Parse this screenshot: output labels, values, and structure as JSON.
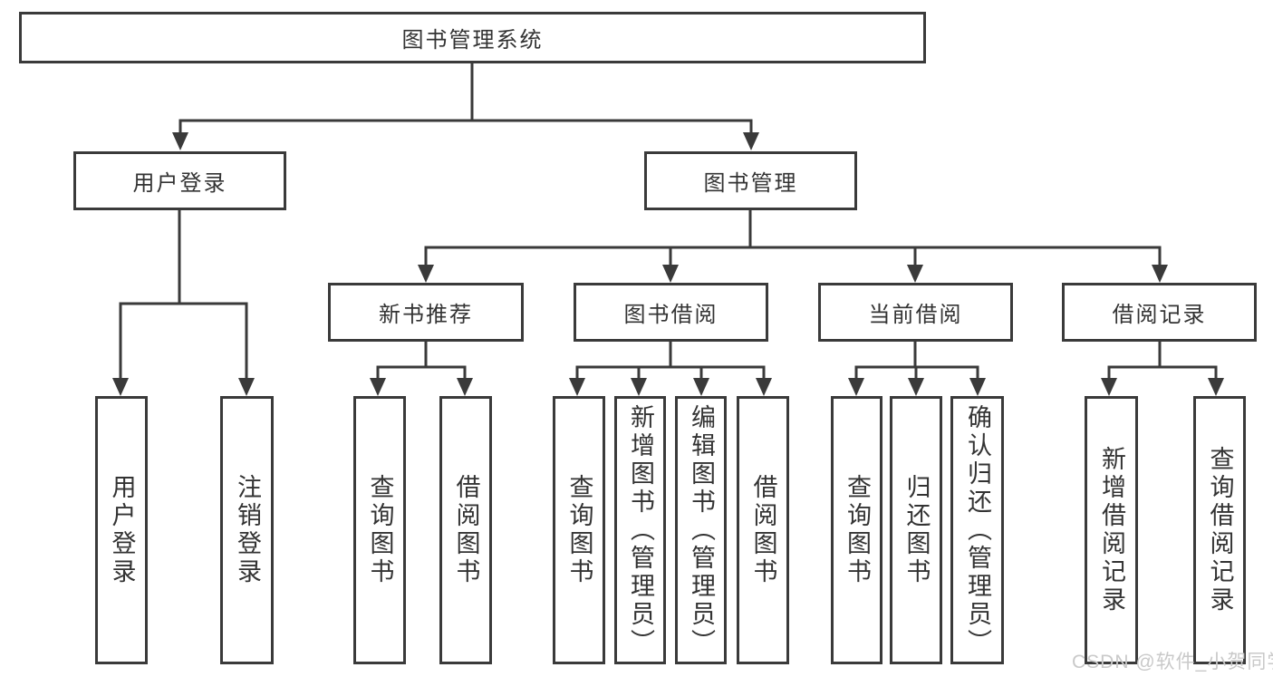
{
  "tree": {
    "label": "图书管理系统",
    "children": [
      {
        "label": "用户登录",
        "children": [
          {
            "label": "用户登录"
          },
          {
            "label": "注销登录"
          }
        ]
      },
      {
        "label": "图书管理",
        "children": [
          {
            "label": "新书推荐",
            "children": [
              {
                "label": "查询图书"
              },
              {
                "label": "借阅图书"
              }
            ]
          },
          {
            "label": "图书借阅",
            "children": [
              {
                "label": "查询图书"
              },
              {
                "label": "新增图书（管理员）"
              },
              {
                "label": "编辑图书（管理员）"
              },
              {
                "label": "借阅图书"
              }
            ]
          },
          {
            "label": "当前借阅",
            "children": [
              {
                "label": "查询图书"
              },
              {
                "label": "归还图书"
              },
              {
                "label": "确认归还（管理员）"
              }
            ]
          },
          {
            "label": "借阅记录",
            "children": [
              {
                "label": "新增借阅记录"
              },
              {
                "label": "查询借阅记录"
              }
            ]
          }
        ]
      }
    ]
  },
  "watermark": "CSDN @软件_小贺同学",
  "colors": {
    "line": "#3a3a3a",
    "text": "#333333",
    "watermark": "#c9c9c9",
    "background": "#ffffff"
  }
}
